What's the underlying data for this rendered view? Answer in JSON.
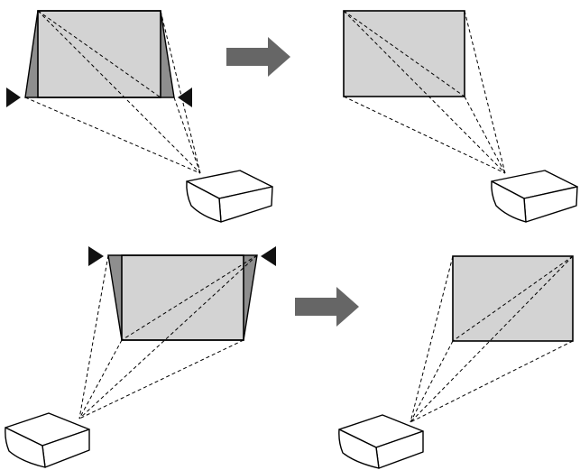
{
  "diagram": {
    "panels": [
      {
        "row": "top",
        "state": "before",
        "keystone": "horizontal",
        "markers": "left-right"
      },
      {
        "row": "top",
        "state": "after",
        "keystone": "corrected"
      },
      {
        "row": "bottom",
        "state": "before",
        "keystone": "vertical",
        "markers": "top"
      },
      {
        "row": "bottom",
        "state": "after",
        "keystone": "corrected"
      }
    ],
    "arrows": [
      "right-arrow",
      "right-arrow"
    ],
    "colors": {
      "screen": "#d3d3d3",
      "keystone_shade": "#8e8e8e",
      "arrow": "#666666",
      "outline": "#000000"
    }
  }
}
